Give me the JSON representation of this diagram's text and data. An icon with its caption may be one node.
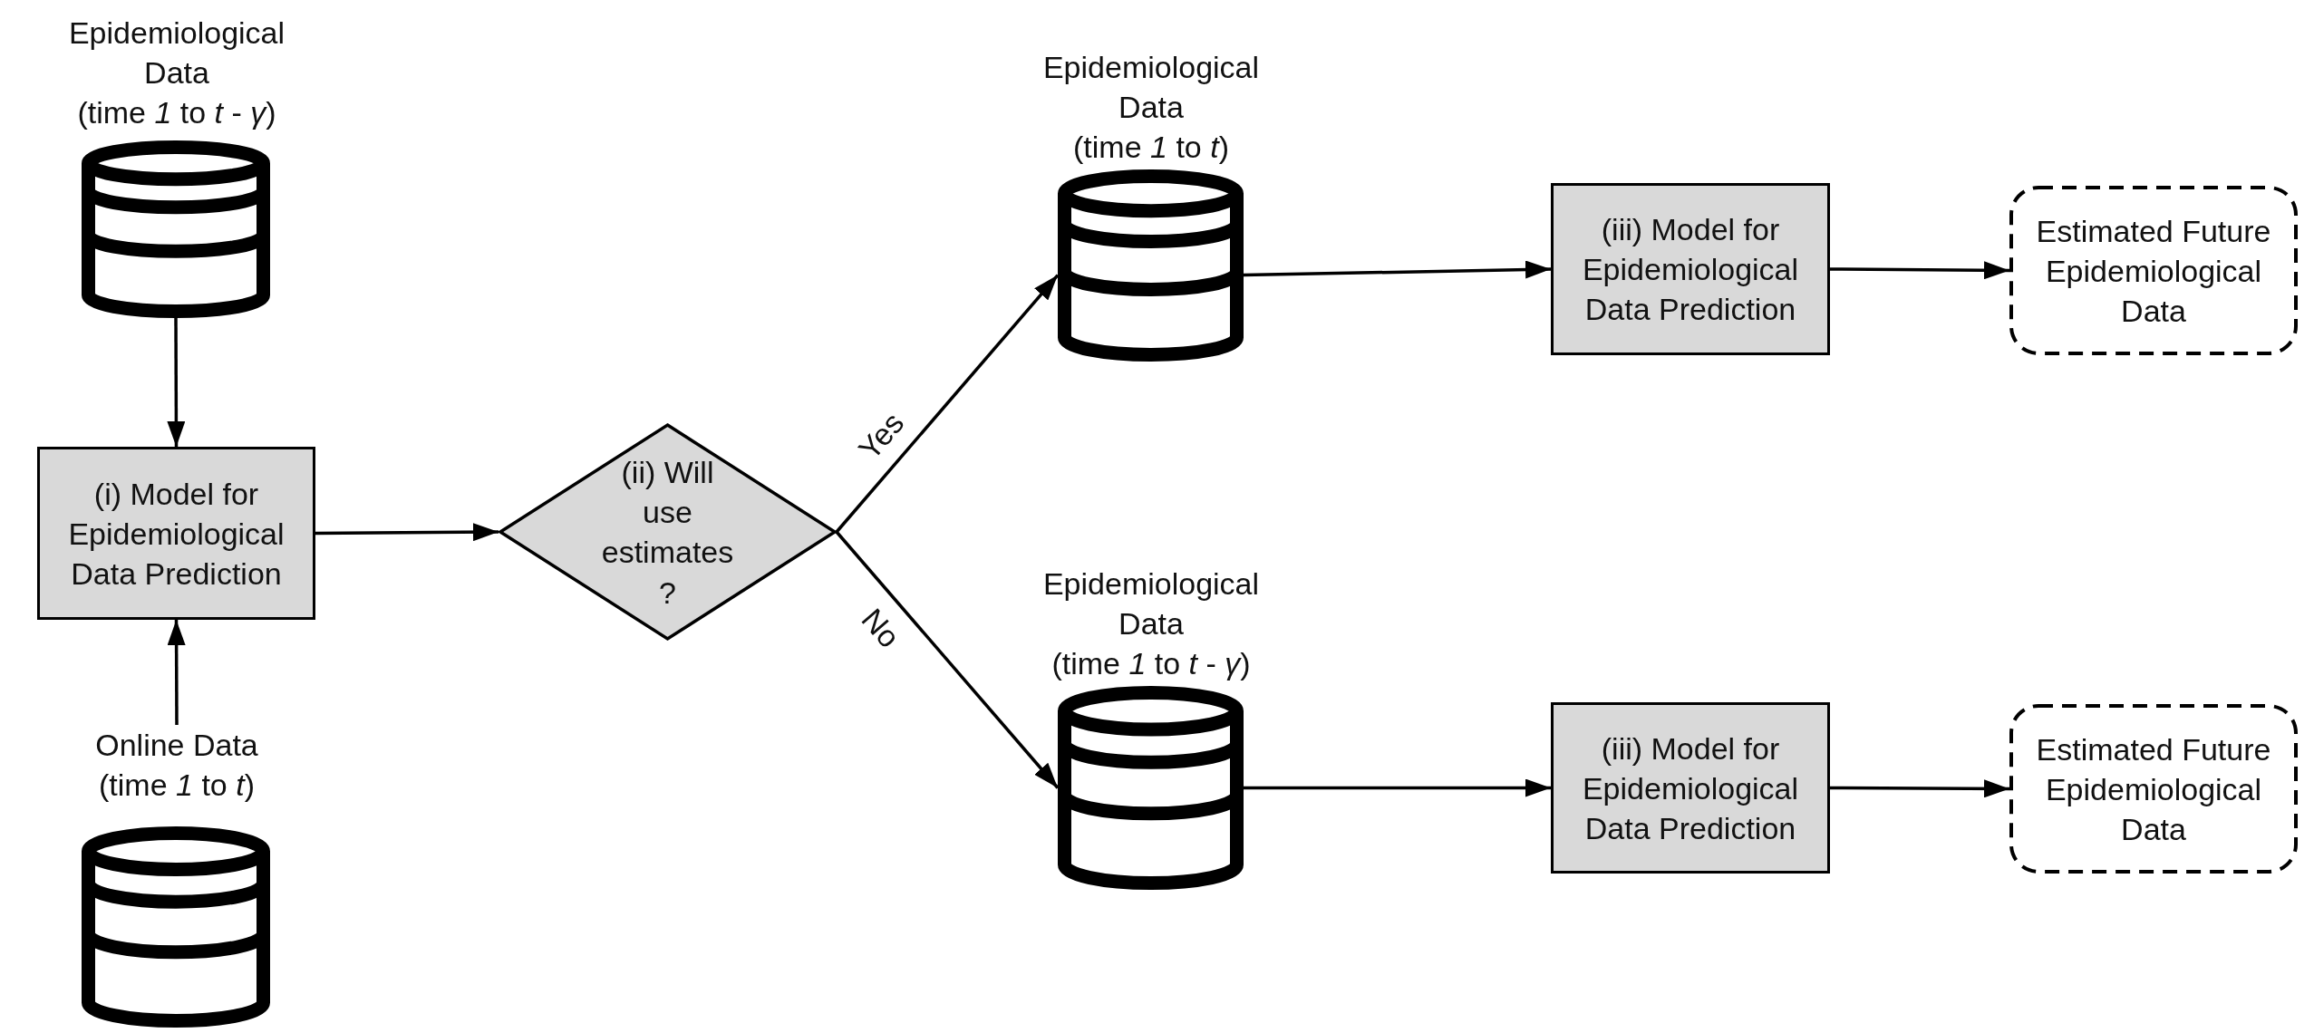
{
  "diagram": {
    "nodes": [
      {
        "text": [
          "Epidemiological Data",
          "(time *1* to *t* - *γ*)"
        ]
      },
      {
        "text": [
          "(i) Model for Epidemiological Data Prediction"
        ]
      },
      {
        "text": [
          "(ii) Will use estimates ?"
        ]
      },
      {
        "text": [
          "Epidemiological Data",
          "(time *1* to *t*)"
        ]
      },
      {
        "text": [
          "(iii) Model for Epidemiological Data Prediction"
        ]
      },
      {
        "text": [
          "Estimated Future Epidemiological Data"
        ]
      },
      {
        "text": [
          "Epidemiological Data",
          "(time *1* to *t* - *γ*)"
        ]
      },
      {
        "text": [
          "(iii) Model for Epidemiological Data Prediction"
        ]
      },
      {
        "text": [
          "Estimated Future Epidemiological Data"
        ]
      },
      {
        "text": [
          "Online Data",
          "(time *1* to *t*)"
        ]
      }
    ],
    "edges": [
      {
        "from": 0,
        "to": 1,
        "arrow": "to"
      },
      {
        "from": 9,
        "to": 1,
        "arrow": "to"
      },
      {
        "from": 1,
        "to": 2,
        "arrow": "to"
      },
      {
        "from": 2,
        "to": 3,
        "arrow": "to",
        "label": "Yes"
      },
      {
        "from": 2,
        "to": 6,
        "arrow": "to",
        "label": "No"
      },
      {
        "from": 3,
        "to": 4,
        "arrow": "to"
      },
      {
        "from": 4,
        "to": 5,
        "arrow": "to"
      },
      {
        "from": 6,
        "to": 7,
        "arrow": "to"
      },
      {
        "from": 7,
        "to": 8,
        "arrow": "to"
      }
    ]
  }
}
